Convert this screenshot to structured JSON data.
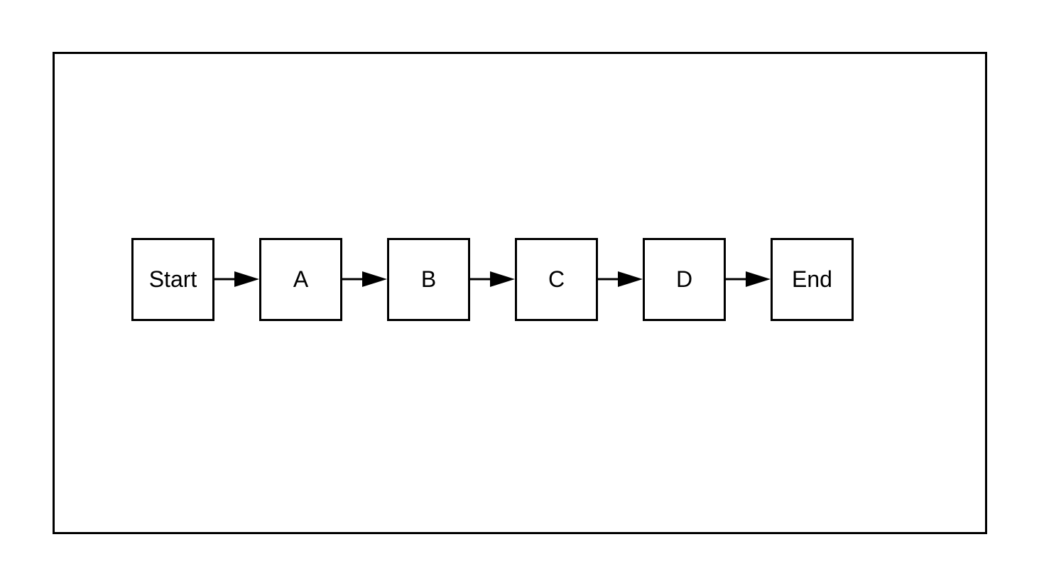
{
  "diagram": {
    "type": "flowchart",
    "nodes": [
      {
        "id": "start",
        "label": "Start"
      },
      {
        "id": "a",
        "label": "A"
      },
      {
        "id": "b",
        "label": "B"
      },
      {
        "id": "c",
        "label": "C"
      },
      {
        "id": "d",
        "label": "D"
      },
      {
        "id": "end",
        "label": "End"
      }
    ],
    "edges": [
      {
        "from": "start",
        "to": "a"
      },
      {
        "from": "a",
        "to": "b"
      },
      {
        "from": "b",
        "to": "c"
      },
      {
        "from": "c",
        "to": "d"
      },
      {
        "from": "d",
        "to": "end"
      }
    ],
    "colors": {
      "stroke": "#000000",
      "background": "#ffffff",
      "text": "#000000"
    }
  }
}
